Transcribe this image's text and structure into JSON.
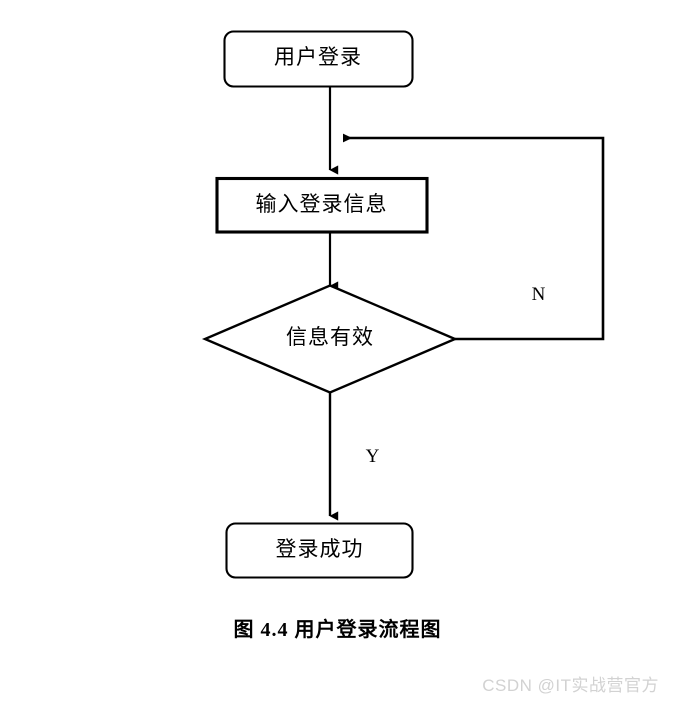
{
  "figure": {
    "caption": "图 4.4  用户登录流程图",
    "watermark": "CSDN @IT实战营官方",
    "stroke_color": "#000000",
    "background_color": "#ffffff",
    "watermark_color": "#d2d2d2"
  },
  "flowchart": {
    "type": "flowchart",
    "title": "用户登录流程图",
    "nodes": [
      {
        "id": "start",
        "shape": "rounded-rectangle",
        "label": "用户登录"
      },
      {
        "id": "input",
        "shape": "rectangle",
        "label": "输入登录信息"
      },
      {
        "id": "decision",
        "shape": "diamond",
        "label": "信息有效"
      },
      {
        "id": "end",
        "shape": "rounded-rectangle",
        "label": "登录成功"
      }
    ],
    "edges": [
      {
        "from": "start",
        "to": "input",
        "label": ""
      },
      {
        "from": "input",
        "to": "decision",
        "label": ""
      },
      {
        "from": "decision",
        "to": "end",
        "label": "Y"
      },
      {
        "from": "decision",
        "to": "input",
        "label": "N"
      }
    ],
    "branch_labels": {
      "no": "N",
      "yes": "Y"
    }
  }
}
